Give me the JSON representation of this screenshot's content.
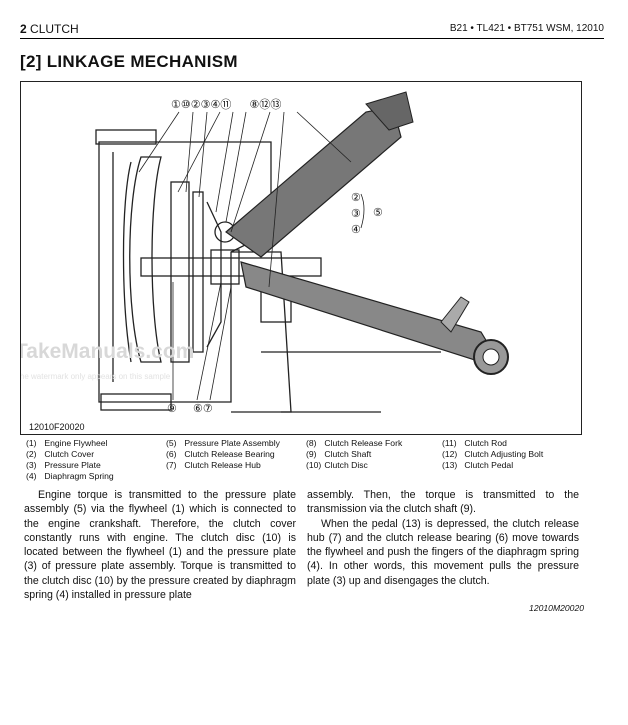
{
  "header": {
    "chapter_num": "2",
    "chapter_name": "CLUTCH",
    "manual_ref": "B21 • TL421 • BT751 WSM, 12010"
  },
  "title": "[2]  LINKAGE  MECHANISM",
  "figure": {
    "code": "12010F20020",
    "top_callouts": [
      "①",
      "⑩",
      "②",
      "③",
      "④",
      "⑪",
      "⑧",
      "⑫",
      "⑬"
    ],
    "side_callouts": [
      "②",
      "③",
      "④"
    ],
    "side_group_label": "⑤",
    "bottom_callouts": [
      "⑨",
      "⑥",
      "⑦"
    ],
    "watermark": "TakeManuals.com",
    "watermark_sub": "The watermark only appears on this sample"
  },
  "legend": {
    "col1": [
      {
        "num": "(1)",
        "label": "Engine Flywheel"
      },
      {
        "num": "(2)",
        "label": "Clutch Cover"
      },
      {
        "num": "(3)",
        "label": "Pressure Plate"
      },
      {
        "num": "(4)",
        "label": "Diaphragm Spring"
      }
    ],
    "col2": [
      {
        "num": "(5)",
        "label": "Pressure Plate Assembly"
      },
      {
        "num": "(6)",
        "label": "Clutch Release Bearing"
      },
      {
        "num": "(7)",
        "label": "Clutch Release Hub"
      }
    ],
    "col3": [
      {
        "num": "(8)",
        "label": "Clutch Release Fork"
      },
      {
        "num": "(9)",
        "label": "Clutch Shaft"
      },
      {
        "num": "(10)",
        "label": "Clutch Disc"
      }
    ],
    "col4": [
      {
        "num": "(11)",
        "label": "Clutch Rod"
      },
      {
        "num": "(12)",
        "label": "Clutch Adjusting Bolt"
      },
      {
        "num": "(13)",
        "label": "Clutch Pedal"
      }
    ]
  },
  "body": {
    "p1": "Engine torque is transmitted to the pressure plate assembly (5) via the flywheel (1) which is connected to the engine crankshaft.  Therefore, the clutch cover constantly runs with engine.  The clutch disc (10) is located between the flywheel (1) and the pressure plate (3) of pressure plate assembly. Torque is transmitted to the clutch disc (10) by the pressure created by diaphragm spring (4) installed in pressure plate",
    "p1_cont": "assembly.  Then, the torque is transmitted to the transmission via the clutch shaft (9).",
    "p2": "When the pedal (13) is depressed, the clutch release hub (7) and the clutch release bearing (6) move towards the flywheel and push the fingers of the diaphragm spring (4).  In other words, this movement pulls the pressure plate (3) up and disengages the clutch.",
    "code": "12010M20020"
  }
}
